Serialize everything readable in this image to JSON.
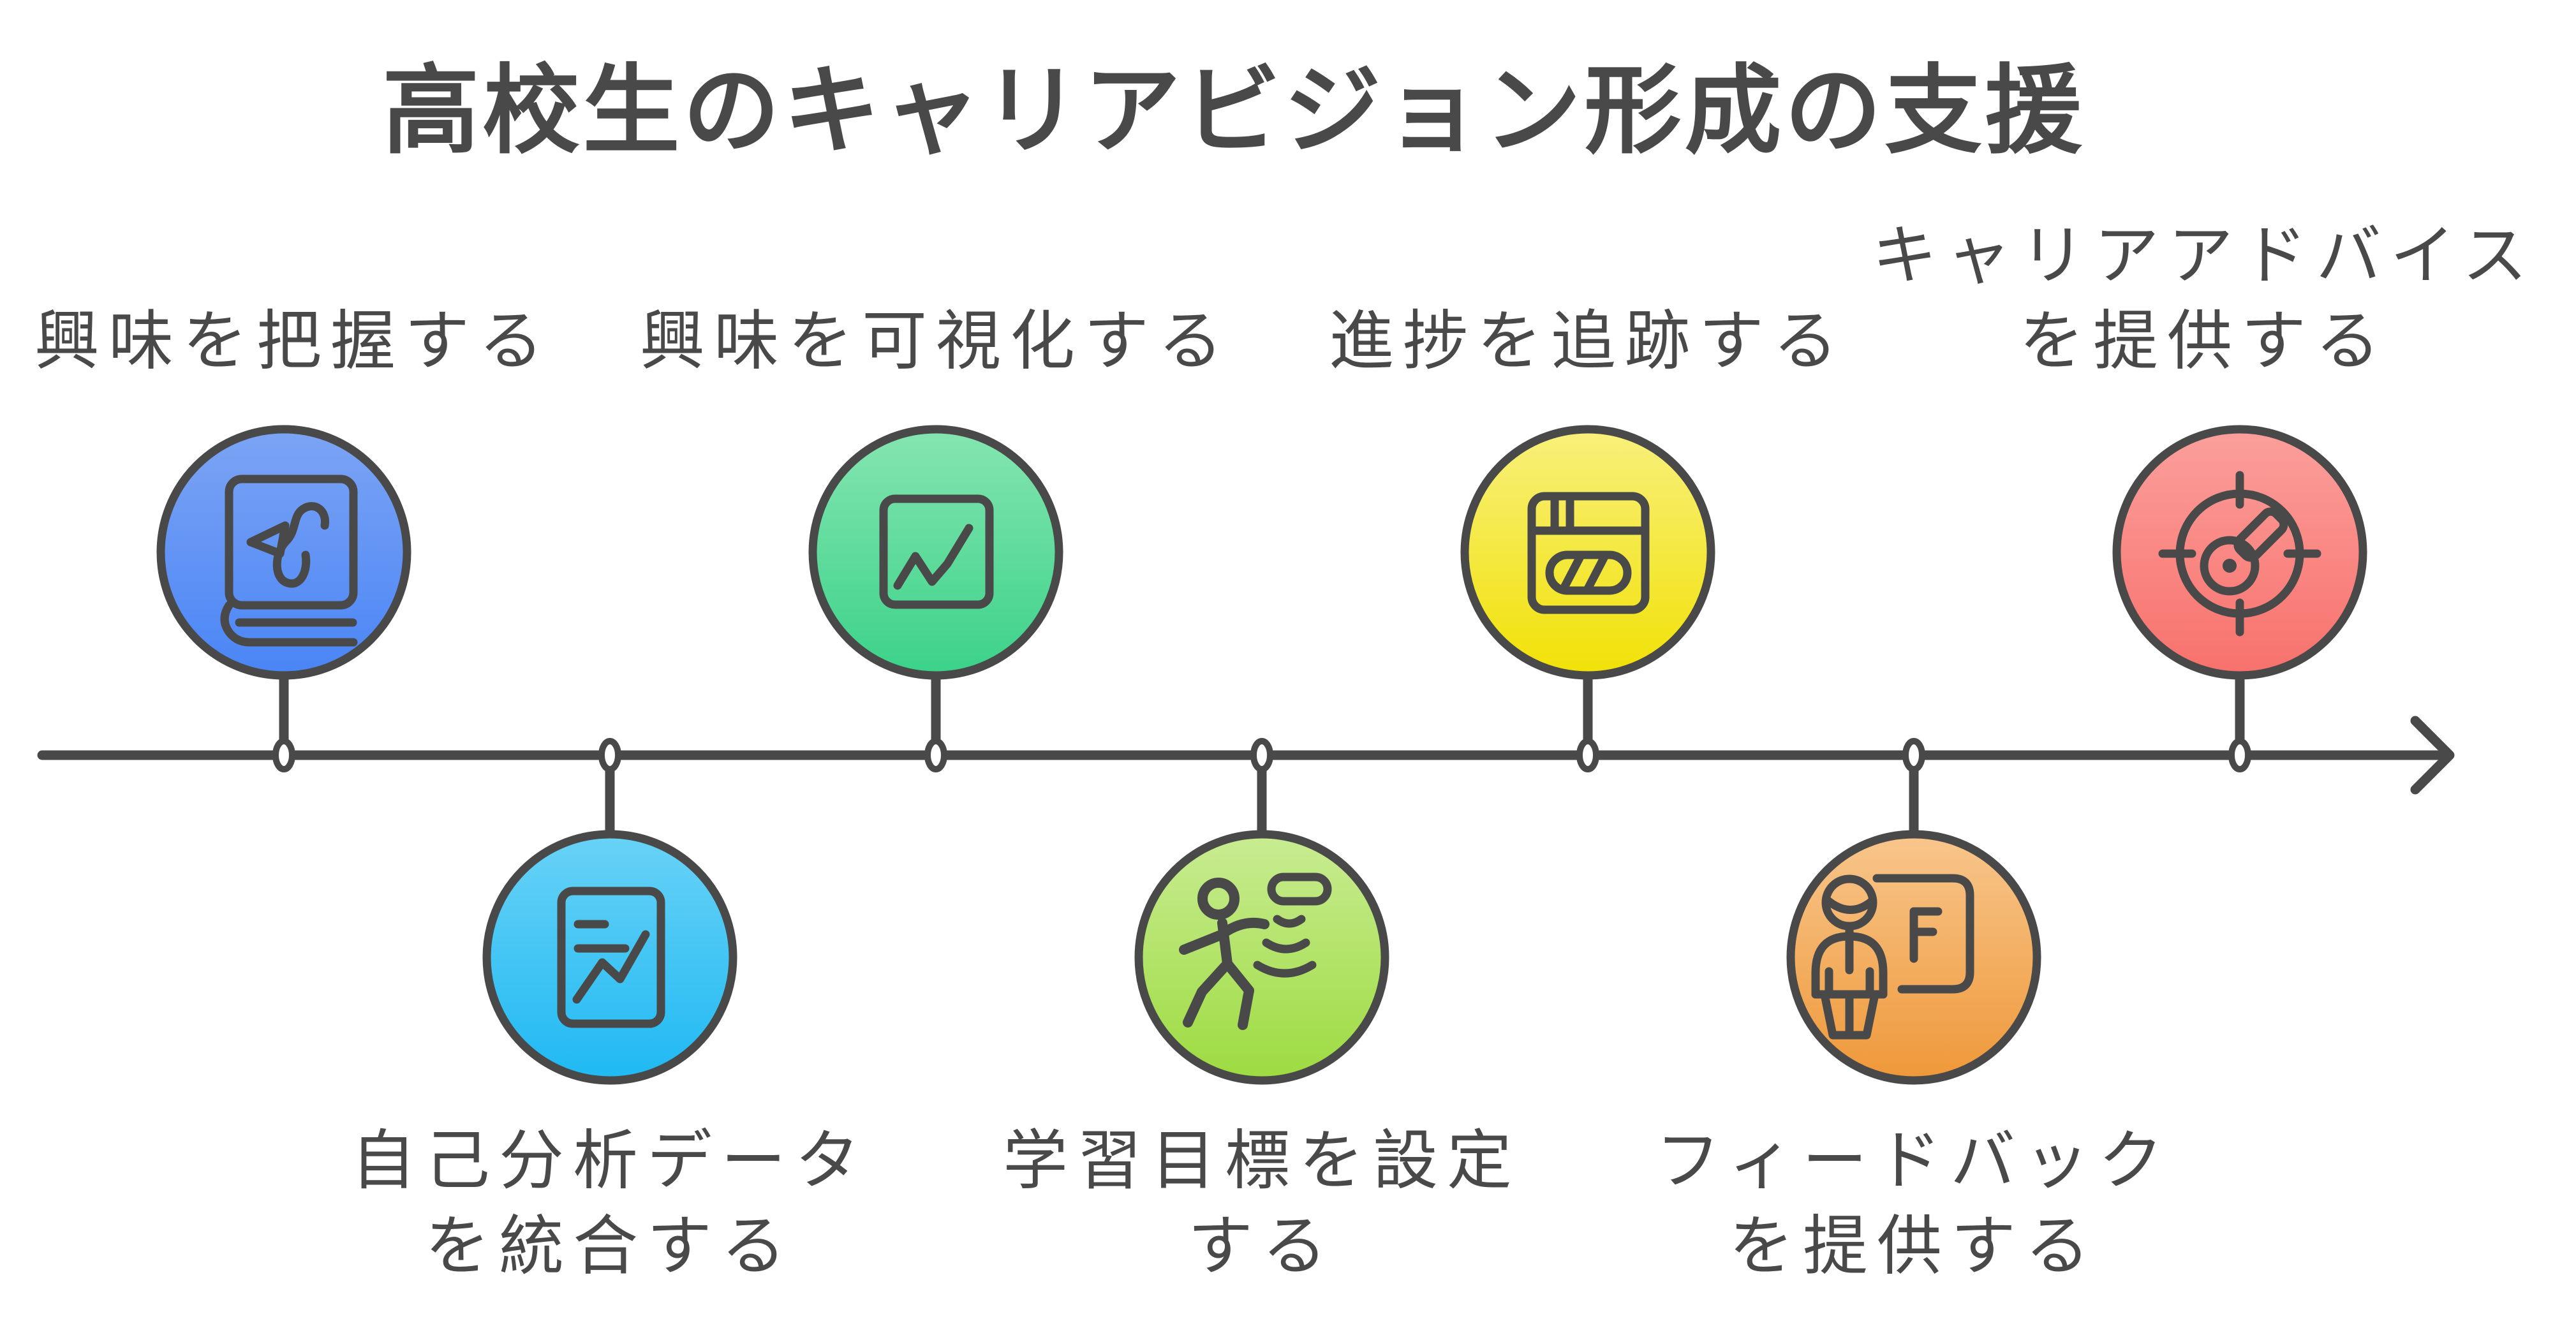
{
  "title": "高校生のキャリアビジョン形成の支援",
  "colors": {
    "background": "#ffffff",
    "stroke_and_text": "#494949",
    "node_fill": "#ffffff",
    "blue": [
      "#7CA4F4",
      "#4A85F6"
    ],
    "cyan": [
      "#69D2F6",
      "#1FB9F3"
    ],
    "green": [
      "#85E5B1",
      "#3BD288"
    ],
    "lime": [
      "#C8EC92",
      "#9DDB40"
    ],
    "yellow": [
      "#F8F07C",
      "#F1E106"
    ],
    "orange": [
      "#F8C68C",
      "#EF9839"
    ],
    "red": [
      "#FB9F9C",
      "#F8716C"
    ]
  },
  "timeline": {
    "direction": "left-to-right-arrow",
    "node_count": 7,
    "steps": [
      {
        "id": 1,
        "position": "above",
        "label": "興味を把握する",
        "lines": [
          "興味を把握する"
        ],
        "icon": "book-bookmark-icon",
        "color_name": "blue"
      },
      {
        "id": 2,
        "position": "below",
        "label": "自己分析データを統合する",
        "lines": [
          "自己分析データ",
          "を統合する"
        ],
        "icon": "document-chart-icon",
        "color_name": "cyan"
      },
      {
        "id": 3,
        "position": "above",
        "label": "興味を可視化する",
        "lines": [
          "興味を可視化する"
        ],
        "icon": "line-chart-icon",
        "color_name": "green"
      },
      {
        "id": 4,
        "position": "below",
        "label": "学習目標を設定する",
        "lines": [
          "学習目標を設定",
          "する"
        ],
        "icon": "walking-person-icon",
        "color_name": "lime"
      },
      {
        "id": 5,
        "position": "above",
        "label": "進捗を追跡する",
        "lines": [
          "進捗を追跡する"
        ],
        "icon": "progress-window-icon",
        "color_name": "yellow"
      },
      {
        "id": 6,
        "position": "below",
        "label": "フィードバックを提供する",
        "lines": [
          "フィードバック",
          "を提供する"
        ],
        "icon": "person-presentation-icon",
        "color_name": "orange"
      },
      {
        "id": 7,
        "position": "above",
        "label": "キャリアアドバイスを提供する",
        "lines": [
          "キャリアアドバイス",
          "を提供する"
        ],
        "icon": "target-compass-icon",
        "color_name": "red"
      }
    ]
  }
}
